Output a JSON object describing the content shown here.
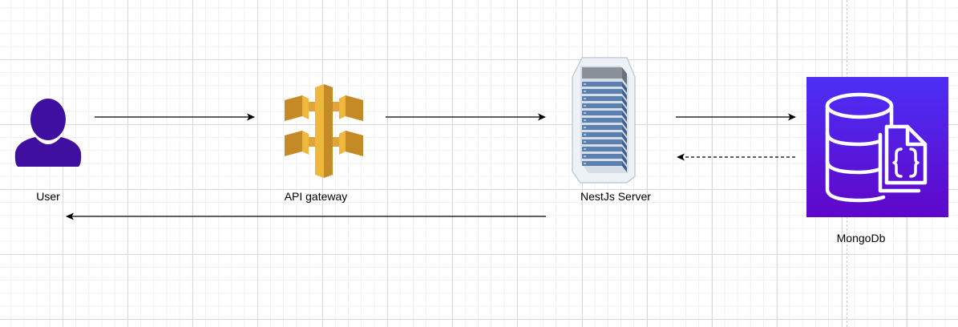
{
  "nodes": {
    "user": {
      "label": "User"
    },
    "api_gateway": {
      "label": "API gateway"
    },
    "nestjs_server": {
      "label": "NestJs Server"
    },
    "mongodb": {
      "label": "MongoDb"
    }
  },
  "colors": {
    "user_icon": "#3f0f9f",
    "api_gateway_light": "#f0b73f",
    "api_gateway_dark": "#c48a25",
    "mongodb_top": "#4d2ff5",
    "mongodb_bottom": "#5f07c9",
    "arrow": "#000000"
  },
  "icons": {
    "user": "user-person-icon",
    "api_gateway": "aws-api-gateway-icon",
    "nestjs_server": "server-rack-icon",
    "mongodb": "document-database-icon"
  }
}
